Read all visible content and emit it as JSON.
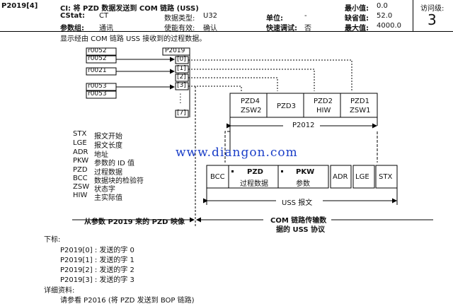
{
  "header": {
    "param_id": "P2019[4]",
    "title": "CI: 将 PZD 数据发送到  COM  链路 (USS)",
    "cstat_label": "CStat:",
    "cstat_value": "CT",
    "group_label": "参数组:",
    "group_value": "通讯",
    "dtype_label": "数据类型:",
    "dtype_value": "U32",
    "active_label": "使能有效:",
    "active_value": "确认",
    "unit_label": "单位:",
    "unit_value": "-",
    "quick_label": "快速调试:",
    "quick_value": "否",
    "min_label": "最小值:",
    "min_value": "0.0",
    "def_label": "缺省值:",
    "def_value": "52.0",
    "max_label": "最大值:",
    "max_value": "4000.0",
    "access_label": "访问级:",
    "access_value": "3"
  },
  "description": "显示经由 COM 链路 USS 接收到的过程数据。",
  "diagram": {
    "inputs": [
      "r0052",
      "r0052",
      "r0021",
      "r0053",
      "r0053"
    ],
    "param_box": "P2019",
    "indices": [
      "[0]",
      "[1]",
      "[2]",
      "[3]",
      "[7]"
    ],
    "dots": ":",
    "pzd_cells": [
      {
        "top": "PZD4",
        "bottom": "ZSW2"
      },
      {
        "top": "PZD3",
        "bottom": ""
      },
      {
        "top": "PZD2",
        "bottom": "HIW"
      },
      {
        "top": "PZD1",
        "bottom": "ZSW1"
      }
    ],
    "p2012": "P2012",
    "frame": {
      "bcc": "BCC",
      "pzd_title": "PZD",
      "pzd_sub": "过程数据",
      "pkw_title": "PKW",
      "pkw_sub": "参数",
      "adr": "ADR",
      "lge": "LGE",
      "stx": "STX"
    },
    "uss_frame": "USS 报文",
    "left_caption": "从参数 P2019 来的 PZD 映像",
    "right_caption_1": "COM 链路传输数",
    "right_caption_2": "据的 USS 协议"
  },
  "legend": [
    {
      "abbr": "STX",
      "desc": "报文开始"
    },
    {
      "abbr": "LGE",
      "desc": "报文长度"
    },
    {
      "abbr": "ADR",
      "desc": "地址"
    },
    {
      "abbr": "PKW",
      "desc": "参数的 ID 值"
    },
    {
      "abbr": "PZD",
      "desc": "过程数据"
    },
    {
      "abbr": "BCC",
      "desc": "数据块的检验符"
    },
    {
      "abbr": "ZSW",
      "desc": "状态字"
    },
    {
      "abbr": "HIW",
      "desc": "主实际值"
    }
  ],
  "watermark": "www.diangon.com",
  "index_section": {
    "title": "下标:",
    "items": [
      "P2019[0] : 发送的字  0",
      "P2019[1] : 发送的字  1",
      "P2019[2] : 发送的字  2",
      "P2019[3] : 发送的字  3"
    ]
  },
  "details": {
    "title": "详细资料:",
    "text": "请参看  P2016 (将 PZD 发送到 BOP 链路)"
  }
}
